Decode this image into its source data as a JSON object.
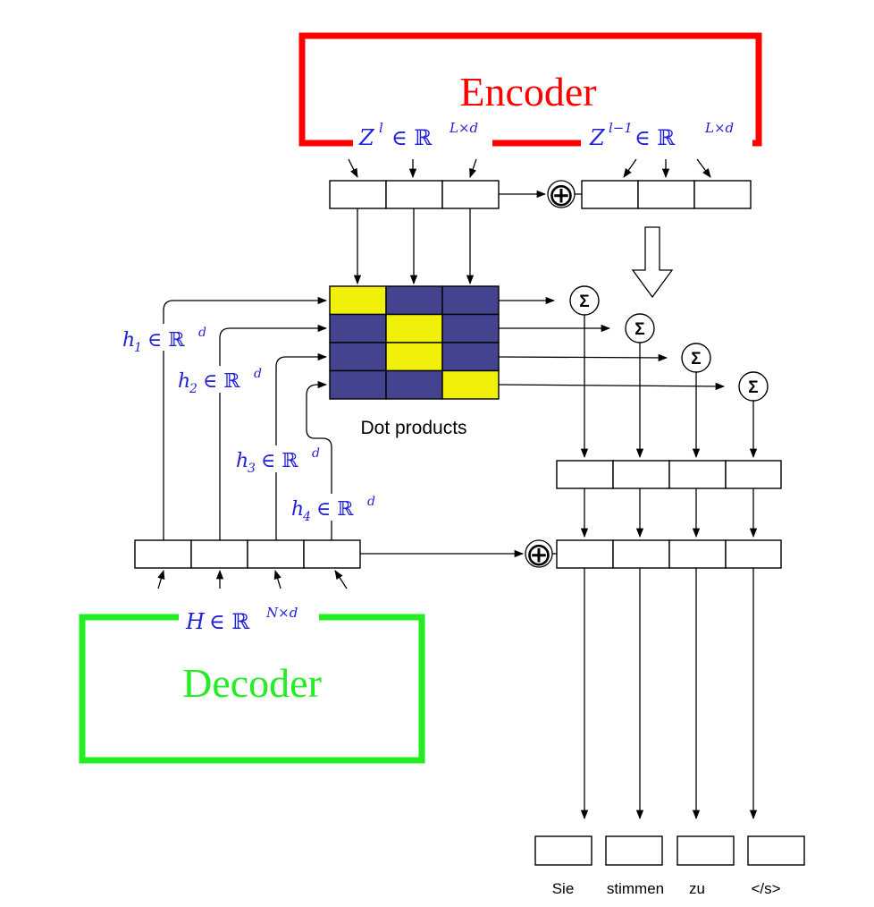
{
  "encoder": {
    "label": "Encoder",
    "color": "#ff0000"
  },
  "decoder": {
    "label": "Decoder",
    "color": "#22ee22"
  },
  "math": {
    "z_l": {
      "base": "Z",
      "sup": "l",
      "rel": "∈ ℝ",
      "dim": "L×d"
    },
    "z_l_prev": {
      "base": "Z",
      "sup": "l−1",
      "rel": "∈ ℝ",
      "dim": "L×d"
    },
    "h_matrix": {
      "base": "H",
      "rel": "∈ ℝ",
      "dim": "N×d"
    },
    "h_vectors": [
      {
        "base": "h",
        "sub": "1",
        "rel": "∈ ℝ",
        "dim": "d"
      },
      {
        "base": "h",
        "sub": "2",
        "rel": "∈ ℝ",
        "dim": "d"
      },
      {
        "base": "h",
        "sub": "3",
        "rel": "∈ ℝ",
        "dim": "d"
      },
      {
        "base": "h",
        "sub": "4",
        "rel": "∈ ℝ",
        "dim": "d"
      }
    ],
    "math_color": "#1f1fd6"
  },
  "dot_products": {
    "label": "Dot products",
    "grid": [
      [
        "yellow",
        "navy",
        "navy"
      ],
      [
        "navy",
        "yellow",
        "navy"
      ],
      [
        "navy",
        "yellow",
        "navy"
      ],
      [
        "navy",
        "navy",
        "yellow"
      ]
    ],
    "colors": {
      "yellow": "#f0f00a",
      "navy": "#43438f"
    }
  },
  "sum_symbol": "Σ",
  "add_symbol": "⊕",
  "output_tokens": [
    "Sie",
    "stimmen",
    "zu",
    "</s>"
  ]
}
